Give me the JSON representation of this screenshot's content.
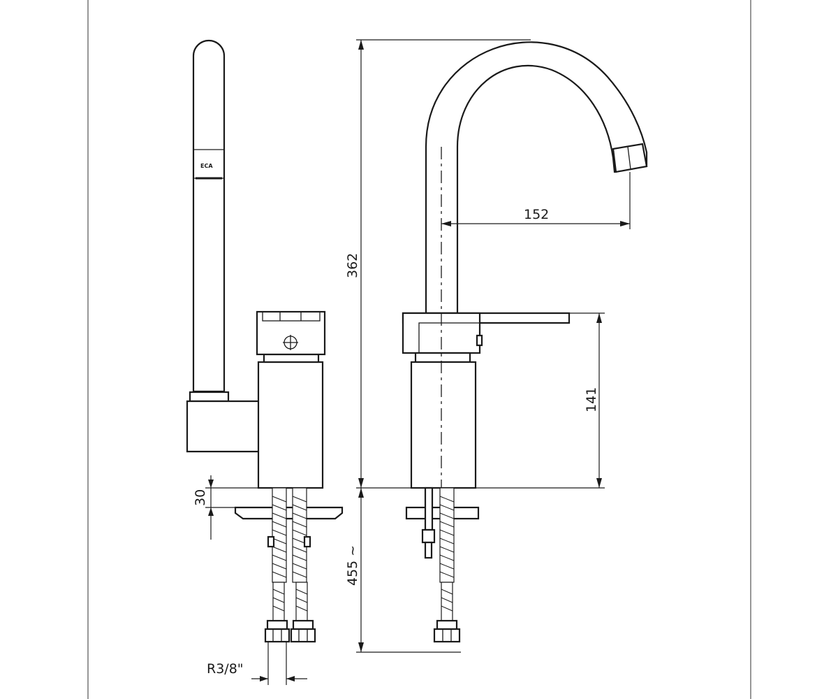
{
  "dimensions": {
    "total_height": "362",
    "spout_reach": "152",
    "body_height": "141",
    "base_offset": "30",
    "hose_length": "455 ~",
    "thread_size": "R3/8\""
  },
  "logo_text": "ECA",
  "colors": {
    "line": "#1a1a1a",
    "frame": "#6b6b6b",
    "background": "#ffffff"
  }
}
